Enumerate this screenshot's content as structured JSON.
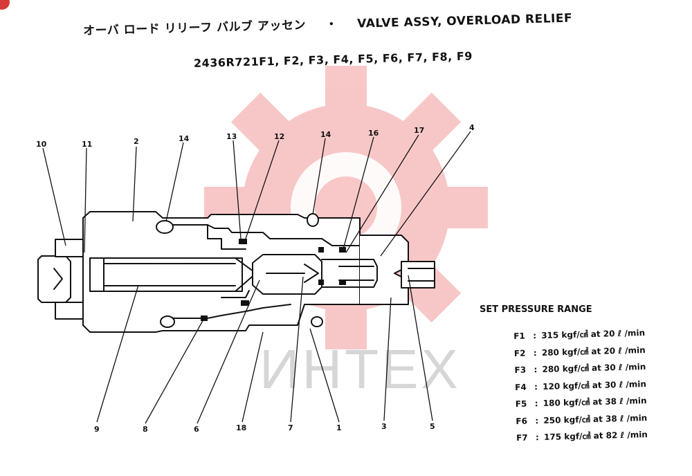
{
  "header": {
    "title_jp": "オーバ ロード リリーフ バルブ アッセン",
    "separator": "・",
    "title_en": "VALVE ASSY, OVERLOAD RELIEF",
    "part_numbers": "2436R721F1,  F2,  F3,  F4,  F5,  F6,  F7,  F8,  F9"
  },
  "callouts": [
    {
      "label": "10"
    },
    {
      "label": "11"
    },
    {
      "label": "2"
    },
    {
      "label": "14"
    },
    {
      "label": "13"
    },
    {
      "label": "12"
    },
    {
      "label": "14"
    },
    {
      "label": "16"
    },
    {
      "label": "17"
    },
    {
      "label": "4"
    },
    {
      "label": "9"
    },
    {
      "label": "8"
    },
    {
      "label": "6"
    },
    {
      "label": "18"
    },
    {
      "label": "7"
    },
    {
      "label": "1"
    },
    {
      "label": "3"
    },
    {
      "label": "5"
    }
  ],
  "pressure_range": {
    "title": "SET PRESSURE RANGE",
    "items": [
      {
        "code": "F1",
        "value": "315 kgf/㎠ at 20 ℓ /min"
      },
      {
        "code": "F2",
        "value": "280 kgf/㎠ at 20 ℓ /min"
      },
      {
        "code": "F3",
        "value": "280 kgf/㎠ at 30 ℓ /min"
      },
      {
        "code": "F4",
        "value": "120 kgf/㎠ at 30 ℓ /min"
      },
      {
        "code": "F5",
        "value": "180 kgf/㎠ at 38 ℓ /min"
      },
      {
        "code": "F6",
        "value": "250 kgf/㎠ at 38 ℓ /min"
      },
      {
        "code": "F7",
        "value": "175 kgf/㎠ at 82 ℓ /min"
      }
    ]
  },
  "watermark": {
    "text": "ИНТЕХ",
    "gear_color": "#f5b5b5",
    "text_color": "#d6d6d6"
  },
  "colors": {
    "ink": "#111111",
    "corner_mark": "#d83a3a"
  }
}
